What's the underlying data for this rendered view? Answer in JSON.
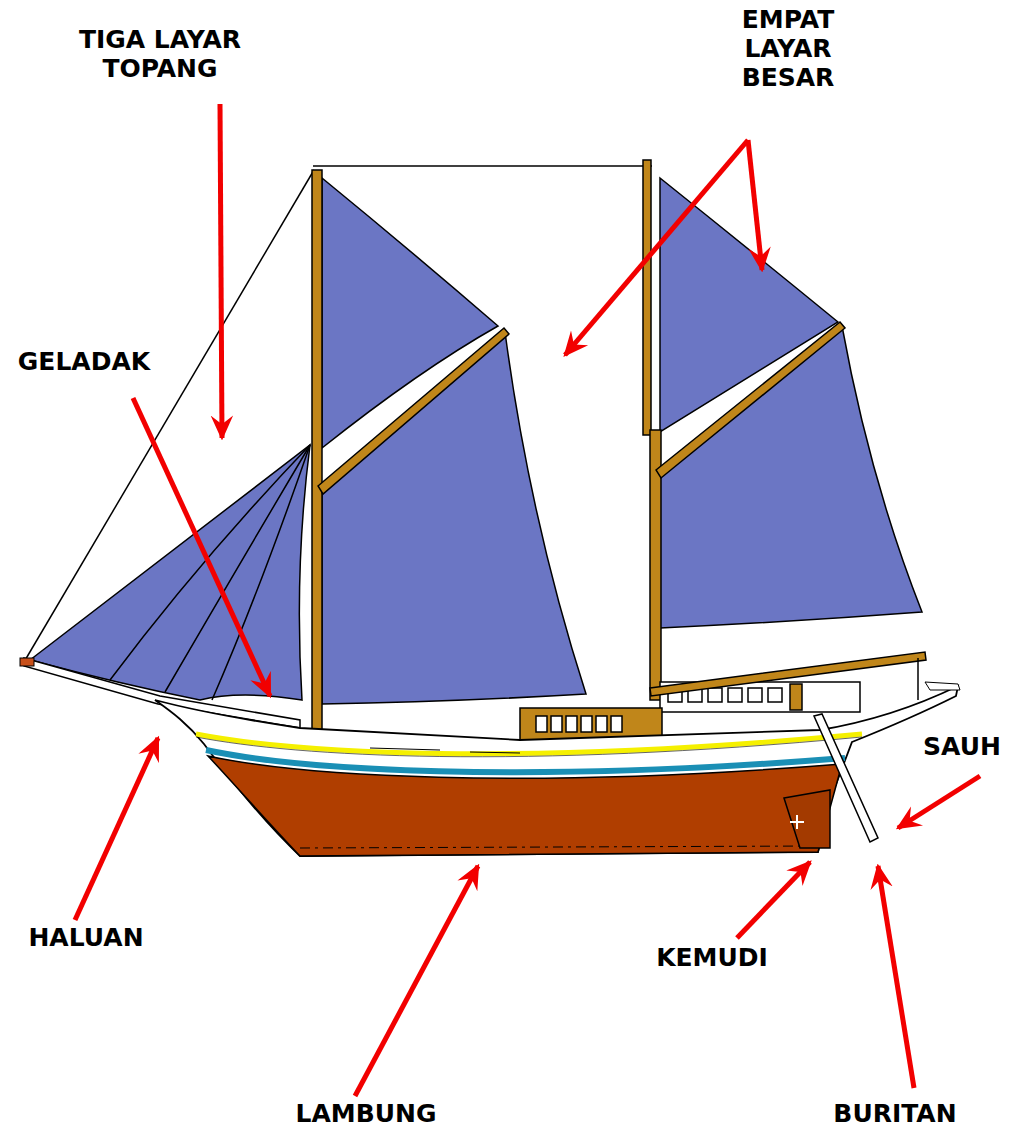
{
  "diagram": {
    "labels": [
      "TIGA LAYAR TOPANG",
      "EMPAT LAYAR BESAR",
      "GELADAK",
      "SAUH",
      "HALUAN",
      "LAMBUNG",
      "KEMUDI",
      "BURITAN"
    ]
  }
}
